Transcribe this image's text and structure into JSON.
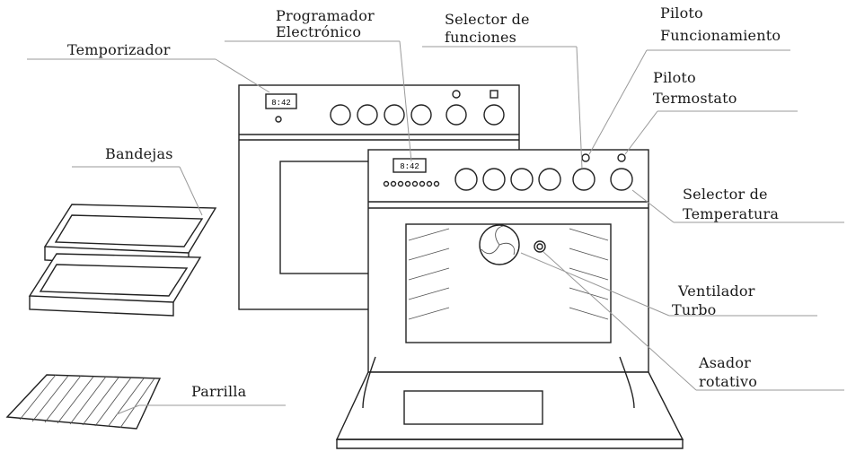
{
  "labels": {
    "temporizador": "Temporizador",
    "programador": [
      "Programador",
      "Electrónico"
    ],
    "selector_funciones": [
      "Selector de",
      "funciones"
    ],
    "piloto_funcionamiento": [
      "Piloto",
      "Funcionamiento"
    ],
    "piloto_termostato": [
      "Piloto",
      "Termostato"
    ],
    "bandejas": "Bandejas",
    "selector_temperatura": [
      "Selector de",
      "Temperatura"
    ],
    "ventilador": [
      "Ventilador",
      "Turbo"
    ],
    "asador": [
      "Asador",
      "rotativo"
    ],
    "parrilla": "Parrilla"
  },
  "displays": {
    "back_clock": "8:42",
    "front_clock": "8:42"
  },
  "colors": {
    "line": "#222222",
    "leader": "#9a9a9a"
  }
}
